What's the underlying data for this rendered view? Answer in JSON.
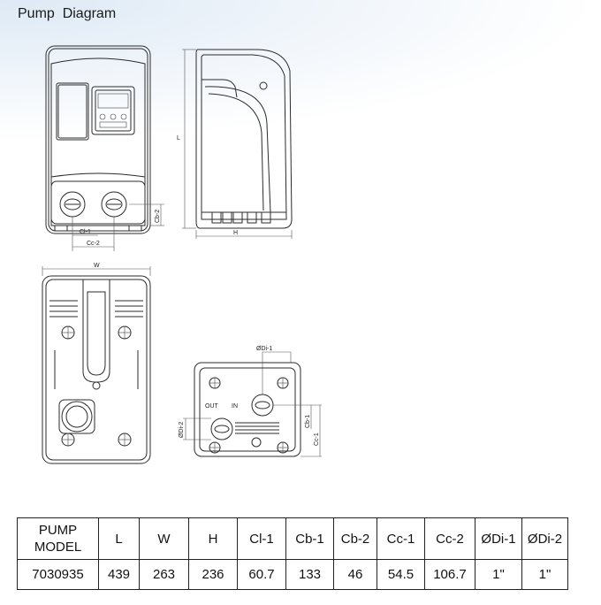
{
  "page": {
    "title": "Pump  Diagram"
  },
  "dimension_labels": {
    "L": "L",
    "H": "H",
    "W": "W",
    "Cl1": "Cl-1",
    "Cc2": "Cc-2",
    "Cb2": "Cb-2",
    "Di1": "ØDi-1",
    "Di2": "ØDi-2",
    "Cb1": "Cb-1",
    "Cc1": "Cc-1",
    "out": "OUT",
    "in": "IN"
  },
  "table": {
    "headers": [
      "PUMP\nMODEL",
      "L",
      "W",
      "H",
      "Cl-1",
      "Cb-1",
      "Cb-2",
      "Cc-1",
      "Cc-2",
      "ØDi-1",
      "ØDi-2"
    ],
    "rows": [
      [
        "7030935",
        "439",
        "263",
        "236",
        "60.7",
        "133",
        "46",
        "54.5",
        "106.7",
        "1\"",
        "1\""
      ]
    ]
  }
}
